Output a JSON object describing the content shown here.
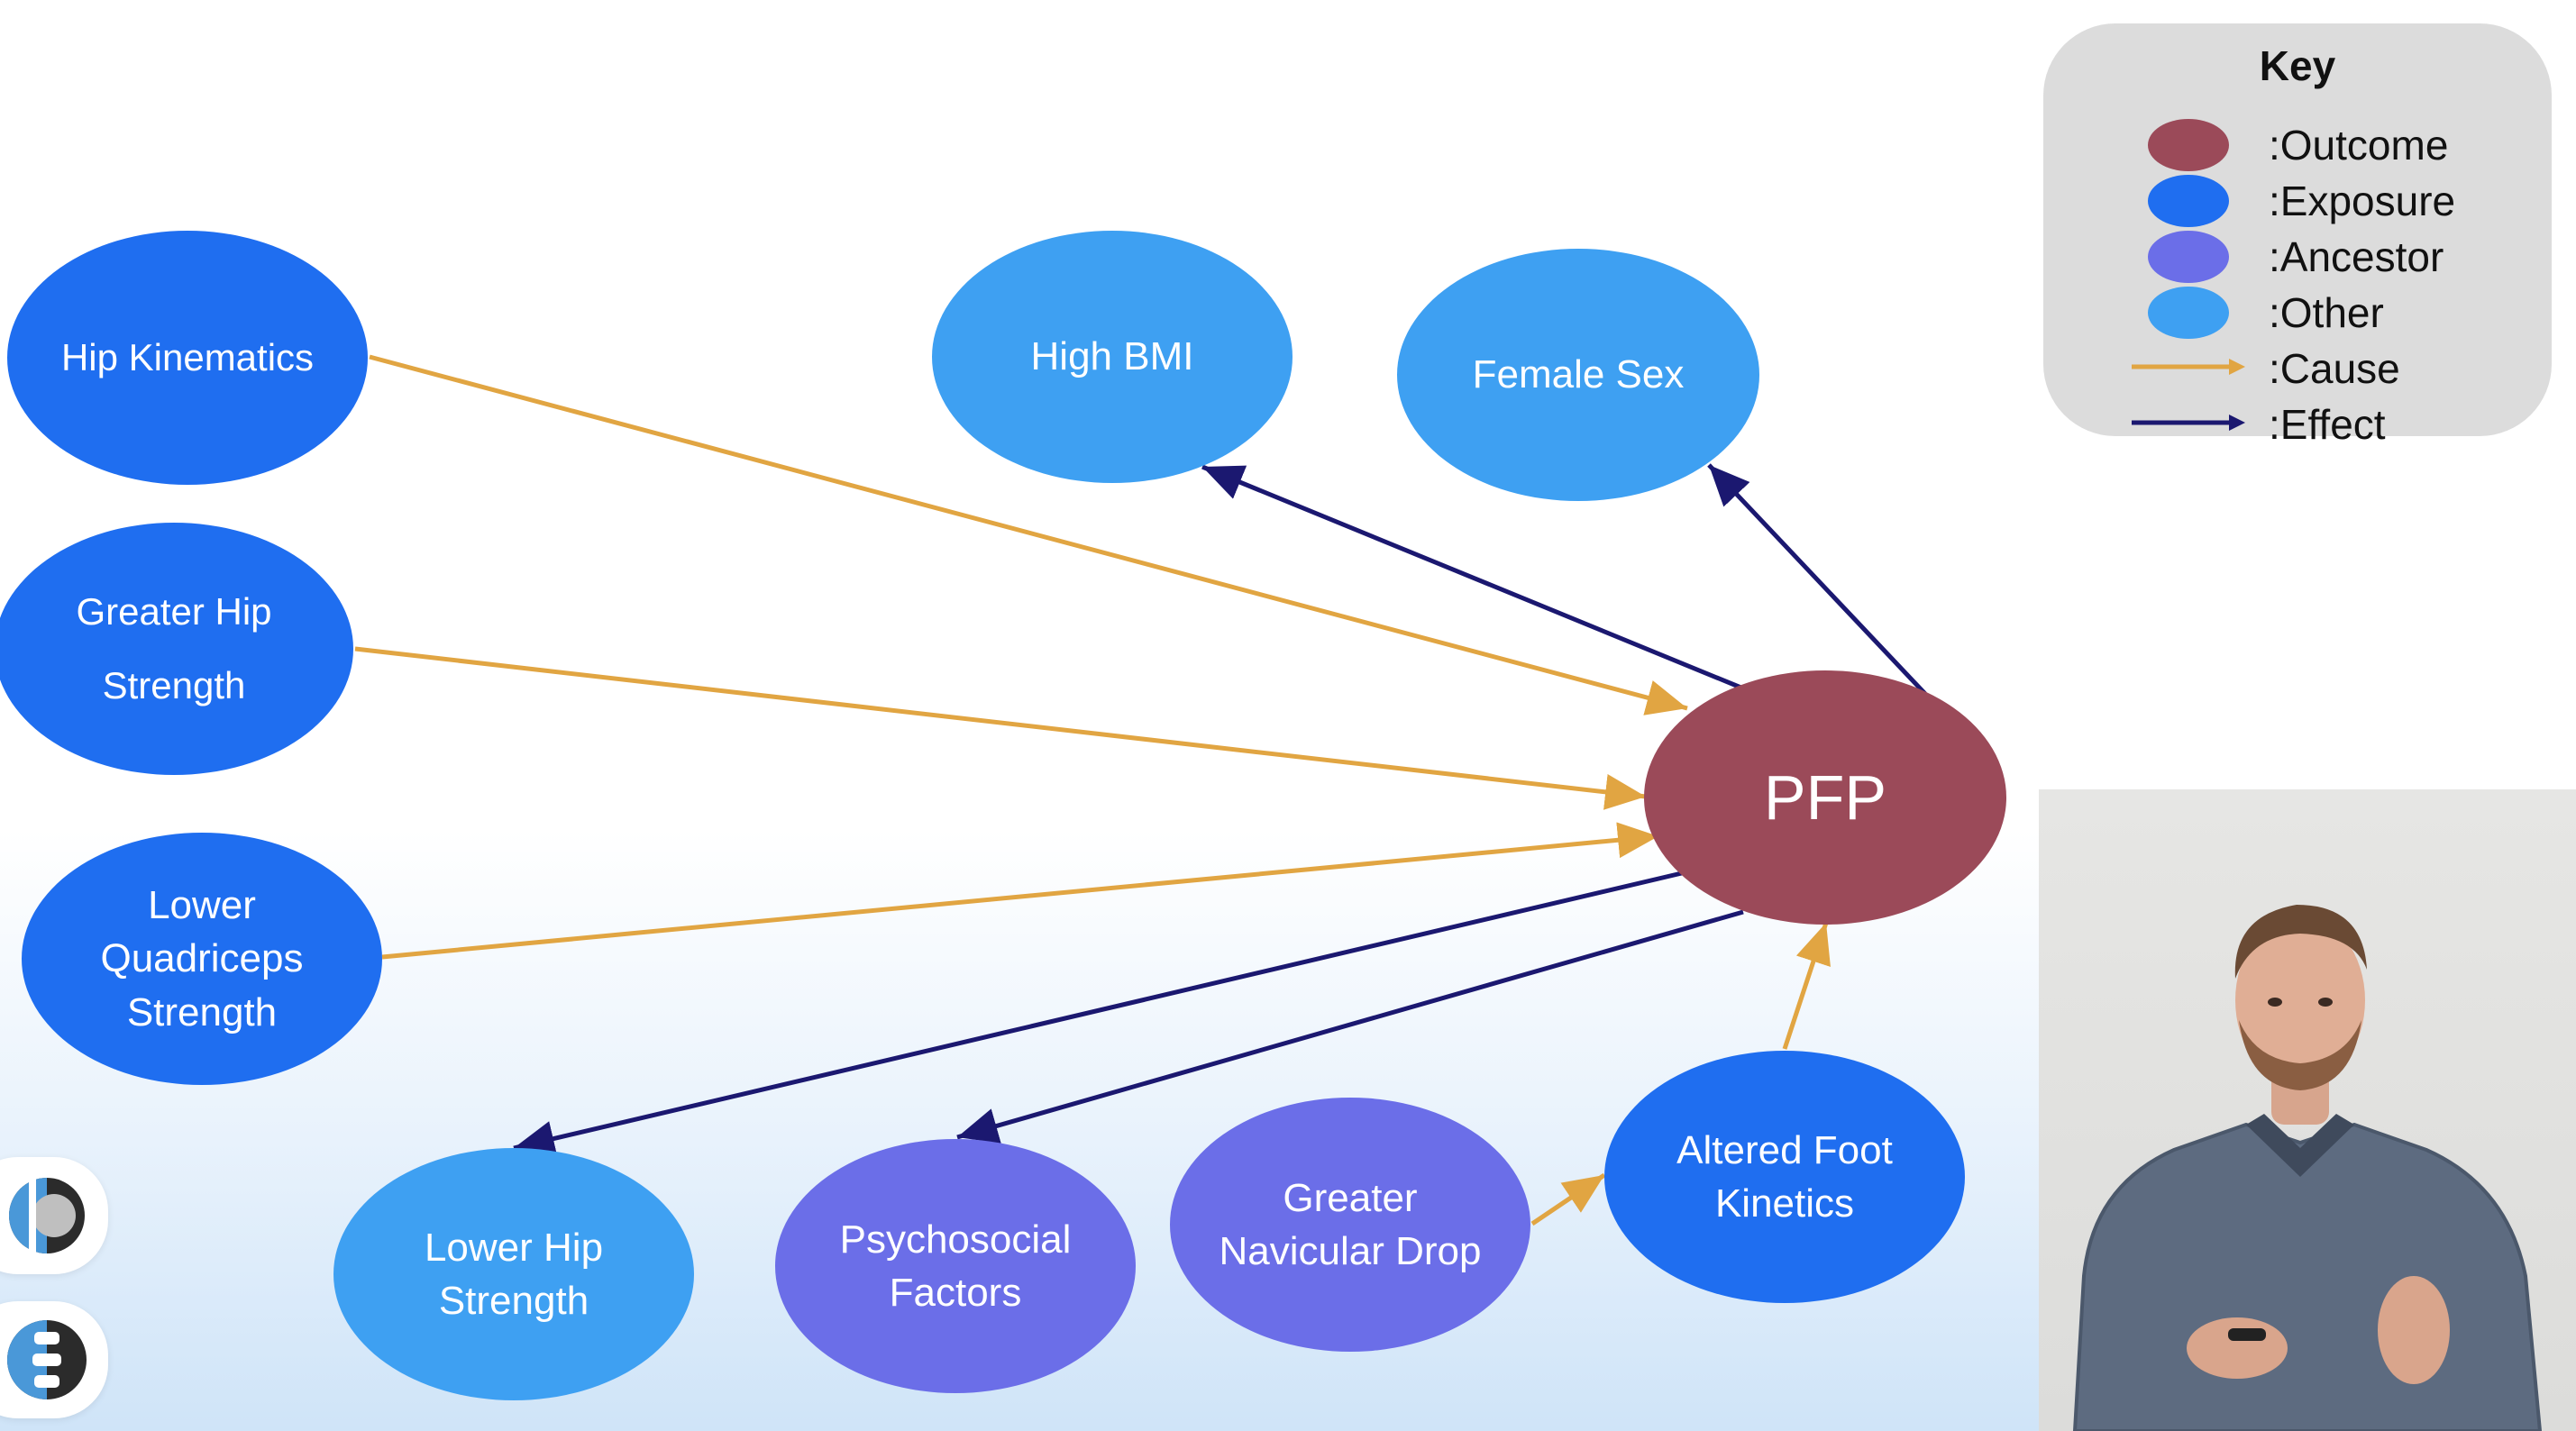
{
  "nodes": {
    "hip_kinematics": [
      "Hip Kinematics"
    ],
    "greater_hip_strength": [
      "Greater Hip",
      "Strength"
    ],
    "lower_quadriceps_strength": [
      "Lower",
      "Quadriceps",
      "Strength"
    ],
    "high_bmi": [
      "High BMI"
    ],
    "female_sex": [
      "Female Sex"
    ],
    "pfp": [
      "PFP"
    ],
    "lower_hip_strength": [
      "Lower Hip",
      "Strength"
    ],
    "psychosocial_factors": [
      "Psychosocial",
      "Factors"
    ],
    "greater_navicular_drop": [
      "Greater",
      "Navicular Drop"
    ],
    "altered_foot_kinetics": [
      "Altered Foot",
      "Kinetics"
    ]
  },
  "colors": {
    "outcome": "#9b4a59",
    "exposure": "#1f6ef0",
    "ancestor": "#6b6ee8",
    "other": "#3ea0f2",
    "cause": "#e1a542",
    "effect": "#1b1870"
  },
  "key": {
    "title": "Key",
    "outcome": ":Outcome",
    "exposure": ":Exposure",
    "ancestor": ":Ancestor",
    "other": ":Other",
    "cause": ":Cause",
    "effect": ":Effect"
  },
  "icons": {
    "logo_1": "half-circle-logo-icon",
    "logo_2": "spine-logo-icon",
    "presenter": "presenter-video"
  }
}
